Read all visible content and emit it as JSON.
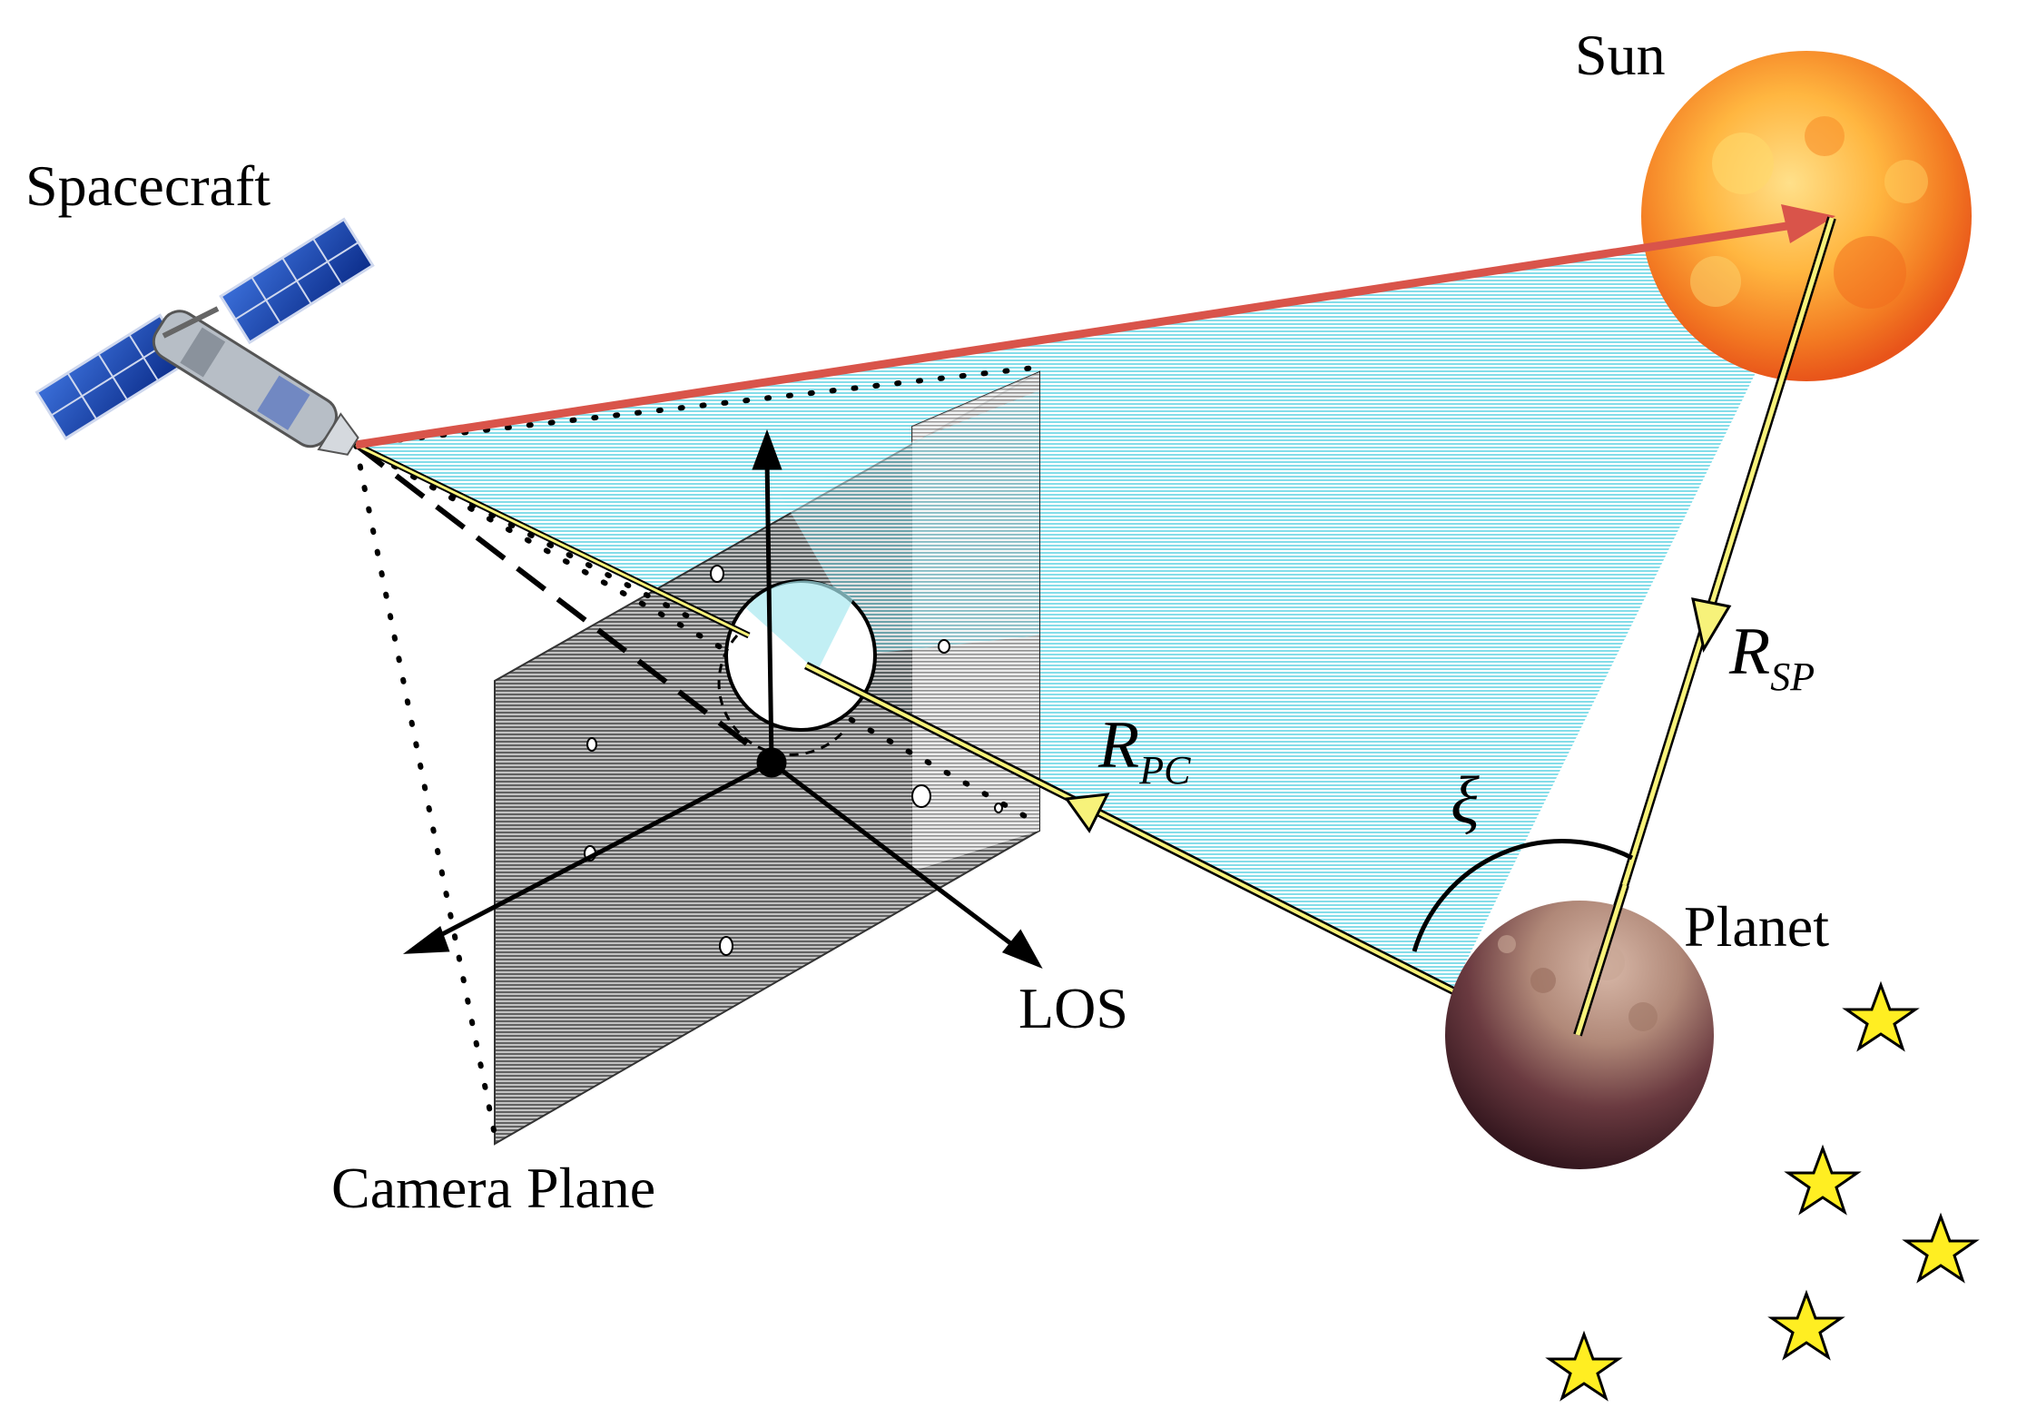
{
  "labels": {
    "spacecraft": "Spacecraft",
    "sun": "Sun",
    "planet": "Planet",
    "camera_plane": "Camera Plane",
    "los": "LOS",
    "angle": "ξ"
  },
  "vectors": {
    "r_pc": {
      "symbol": "R",
      "subscript": "PC"
    },
    "r_sp": {
      "symbol": "R",
      "subscript": "SP"
    }
  },
  "colors": {
    "sight_region": "#8fe3ee",
    "sun_vector": "#d9544a",
    "vector_fill": "#f7f27a",
    "star": "#ffee22",
    "camera_plane": "#8a8a8a",
    "sun_core": "#ffb640",
    "sun_edge": "#e8541a",
    "planet_lit": "#b89080",
    "planet_dark": "#3a1a20"
  },
  "icons": [
    "satellite-icon",
    "sun-icon",
    "planet-icon",
    "star-icon"
  ]
}
